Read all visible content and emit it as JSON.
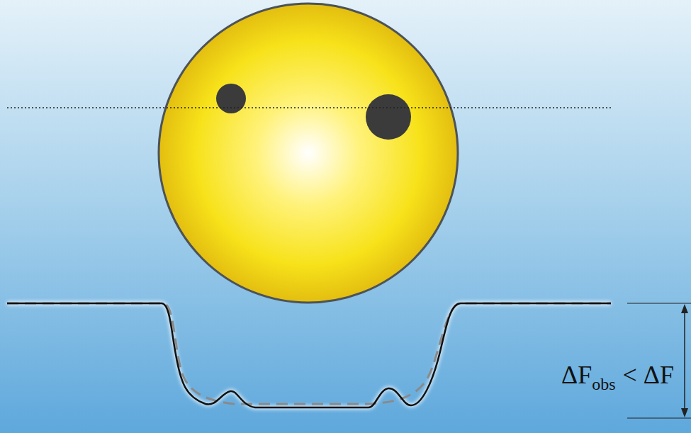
{
  "diagram": {
    "labels": [
      "ΔF",
      "obs",
      "< ΔF"
    ]
  }
}
